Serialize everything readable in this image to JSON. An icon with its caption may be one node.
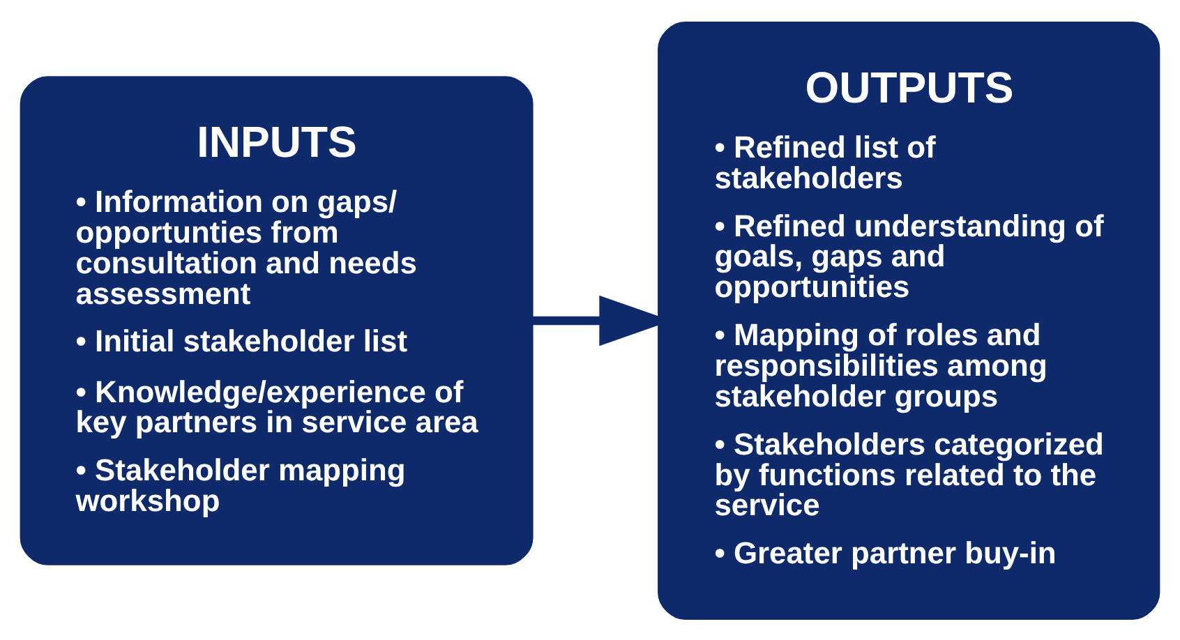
{
  "diagram": {
    "nodes": [
      {
        "text": [
          "INPUTS",
          "• Information on gaps/ opportunties from consultation and needs assessment",
          "• Initial stakeholder list",
          "• Knowledge/experience of key partners in service area",
          "• Stakeholder mapping workshop"
        ]
      },
      {
        "text": [
          "OUTPUTS",
          "• Refined list of stakeholders",
          "• Refined understanding of goals, gaps and opportunities",
          "• Mapping of roles and responsibilities among stakeholder groups",
          "• Stakeholders categorized by functions related to the service",
          "• Greater partner buy-in"
        ]
      }
    ],
    "edges": [
      {
        "from": 0,
        "to": 1,
        "arrow": "to"
      }
    ]
  }
}
